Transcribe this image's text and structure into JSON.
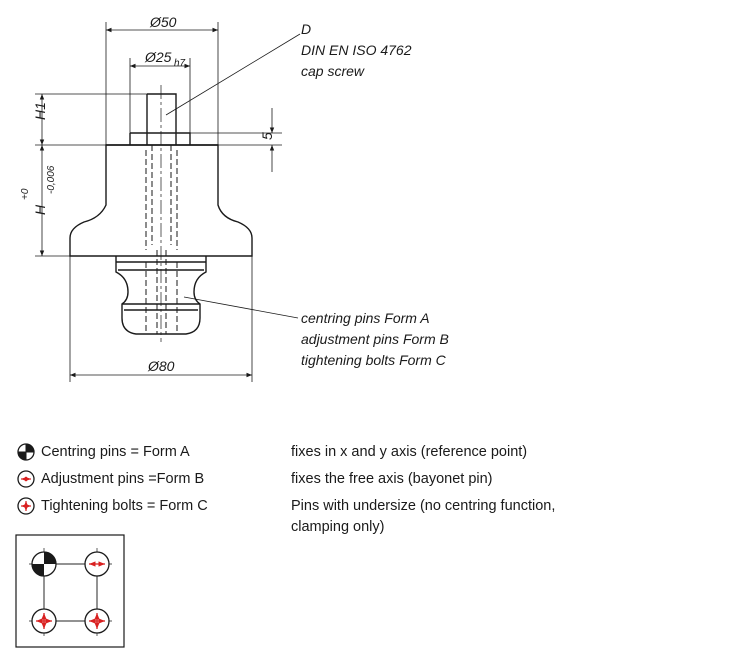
{
  "dimensions": {
    "d50": "Ø50",
    "d25": "Ø25",
    "d25_tol": "h7",
    "d80": "Ø80",
    "five": "5",
    "h1": "H1",
    "h": "H",
    "h_tol_upper": "+0",
    "h_tol_lower": "-0,006"
  },
  "callouts": {
    "screw": [
      "D",
      "DIN EN ISO 4762",
      "cap screw"
    ],
    "pins": [
      "centring pins Form A",
      "adjustment pins Form B",
      "tightening bolts Form C"
    ]
  },
  "legend": [
    {
      "icon": "centring-pin-icon",
      "label": "Centring pins = Form A",
      "description": "fixes in x and y axis (reference point)"
    },
    {
      "icon": "adjustment-pin-icon",
      "label": "Adjustment pins =Form B",
      "description": "fixes the free axis (bayonet pin)"
    },
    {
      "icon": "tightening-bolt-icon",
      "label": "Tightening bolts = Form C",
      "description": "Pins with undersize (no centring function,\nclamping only)"
    }
  ],
  "colors": {
    "accent": "#d92020",
    "line": "#1a1a1a",
    "hatch": "#555555"
  }
}
